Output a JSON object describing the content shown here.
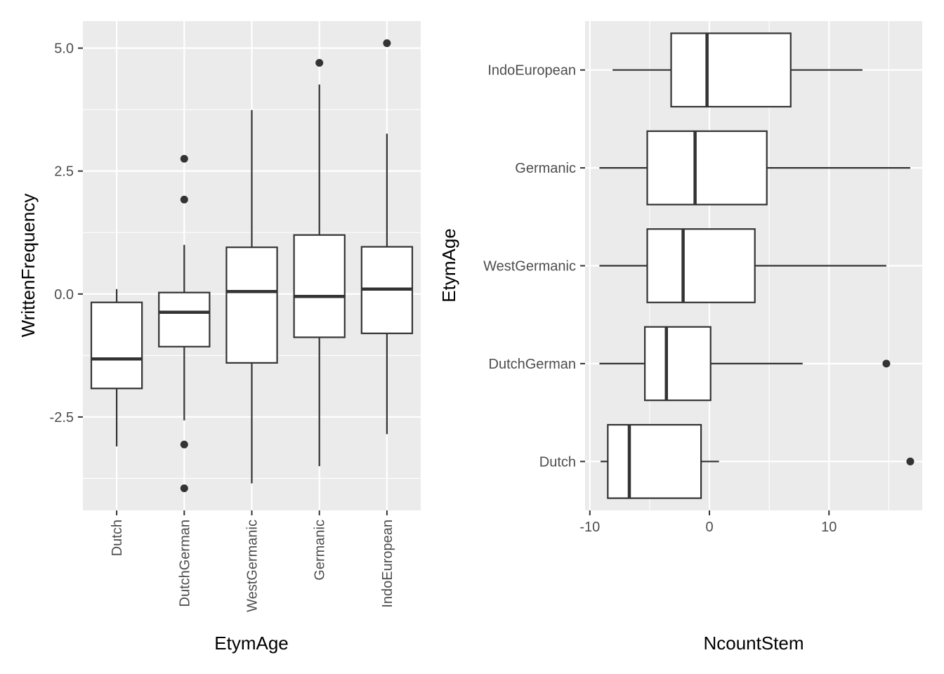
{
  "chart_data": [
    {
      "type": "boxplot",
      "orientation": "vertical",
      "xlabel": "EtymAge",
      "ylabel": "WrittenFrequency",
      "categories": [
        "Dutch",
        "DutchGerman",
        "WestGermanic",
        "Germanic",
        "IndoEuropean"
      ],
      "ylim": [
        -4.4,
        5.55
      ],
      "yticks": [
        -2.5,
        0.0,
        2.5,
        5.0
      ],
      "ytick_labels": [
        "-2.5",
        "0.0",
        "2.5",
        "5.0"
      ],
      "grid": true,
      "boxes": [
        {
          "category": "Dutch",
          "lower_whisker": -3.1,
          "q1": -1.92,
          "median": -1.32,
          "q3": -0.17,
          "upper_whisker": 0.1,
          "outliers": []
        },
        {
          "category": "DutchGerman",
          "lower_whisker": -2.57,
          "q1": -1.07,
          "median": -0.37,
          "q3": 0.03,
          "upper_whisker": 1.0,
          "outliers": [
            2.75,
            1.92,
            -3.06,
            -3.95
          ]
        },
        {
          "category": "WestGermanic",
          "lower_whisker": -3.85,
          "q1": -1.4,
          "median": 0.05,
          "q3": 0.95,
          "upper_whisker": 3.74,
          "outliers": []
        },
        {
          "category": "Germanic",
          "lower_whisker": -3.5,
          "q1": -0.88,
          "median": -0.05,
          "q3": 1.2,
          "upper_whisker": 4.26,
          "outliers": [
            4.7
          ]
        },
        {
          "category": "IndoEuropean",
          "lower_whisker": -2.85,
          "q1": -0.8,
          "median": 0.1,
          "q3": 0.96,
          "upper_whisker": 3.26,
          "outliers": [
            5.1
          ]
        }
      ]
    },
    {
      "type": "boxplot",
      "orientation": "horizontal",
      "xlabel": "NcountStem",
      "ylabel": "EtymAge",
      "categories": [
        "Dutch",
        "DutchGerman",
        "WestGermanic",
        "Germanic",
        "IndoEuropean"
      ],
      "xlim": [
        -10.4,
        17.8
      ],
      "xticks": [
        -10,
        0,
        10
      ],
      "xtick_labels": [
        "-10",
        "0",
        "10"
      ],
      "grid": true,
      "boxes": [
        {
          "category": "Dutch",
          "lower_whisker": -9.1,
          "q1": -8.5,
          "median": -6.7,
          "q3": -0.7,
          "upper_whisker": 0.8,
          "outliers": [
            16.8
          ]
        },
        {
          "category": "DutchGerman",
          "lower_whisker": -9.2,
          "q1": -5.4,
          "median": -3.6,
          "q3": 0.1,
          "upper_whisker": 7.8,
          "outliers": [
            14.8
          ]
        },
        {
          "category": "WestGermanic",
          "lower_whisker": -9.2,
          "q1": -5.2,
          "median": -2.2,
          "q3": 3.8,
          "upper_whisker": 14.8,
          "outliers": []
        },
        {
          "category": "Germanic",
          "lower_whisker": -9.2,
          "q1": -5.2,
          "median": -1.2,
          "q3": 4.8,
          "upper_whisker": 16.8,
          "outliers": []
        },
        {
          "category": "IndoEuropean",
          "lower_whisker": -8.1,
          "q1": -3.2,
          "median": -0.2,
          "q3": 6.8,
          "upper_whisker": 12.8,
          "outliers": []
        }
      ]
    }
  ],
  "colors": {
    "panel_bg": "#ebebeb",
    "grid": "#ffffff",
    "box_fill": "#ffffff",
    "box_stroke": "#333333",
    "outlier": "#333333",
    "tick": "#333333",
    "tick_text": "#4d4d4d",
    "title_text": "#000000"
  }
}
